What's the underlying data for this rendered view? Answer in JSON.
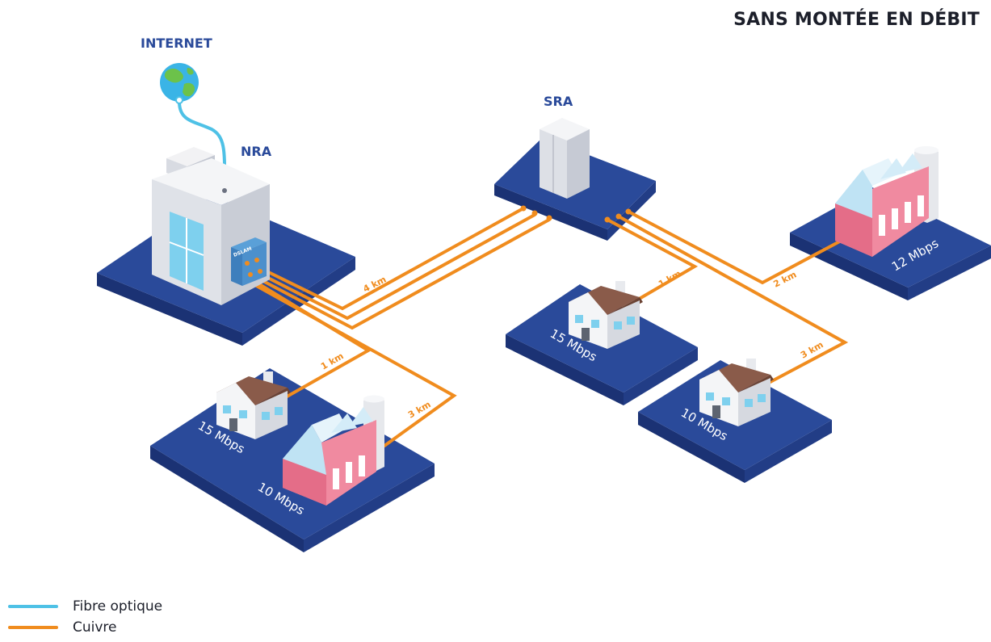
{
  "title": "SANS MONTÉE EN DÉBIT",
  "nodes": {
    "internet": "INTERNET",
    "nra": "NRA",
    "sra": "SRA",
    "dslam": "DSLAM"
  },
  "distances": {
    "nra_sra": "4 km",
    "nra_house": "1 km",
    "nra_factory": "3 km",
    "sra_house_a": "1 km",
    "sra_house_b": "3 km",
    "sra_factory": "2 km"
  },
  "speeds": {
    "house_near_nra": "15 Mbps",
    "factory_near_nra": "10 Mbps",
    "house_sra_a": "15 Mbps",
    "house_sra_b": "10 Mbps",
    "factory_sra": "12 Mbps"
  },
  "legend": [
    {
      "label": "Fibre optique",
      "color": "#4ec1e6"
    },
    {
      "label": "Cuivre",
      "color": "#f08c1e"
    }
  ],
  "colors": {
    "platform": "#2a4a9a",
    "platform_side": "#1b3274",
    "fiber": "#4ec1e6",
    "copper": "#f08c1e",
    "factory": "#f08aa0"
  }
}
